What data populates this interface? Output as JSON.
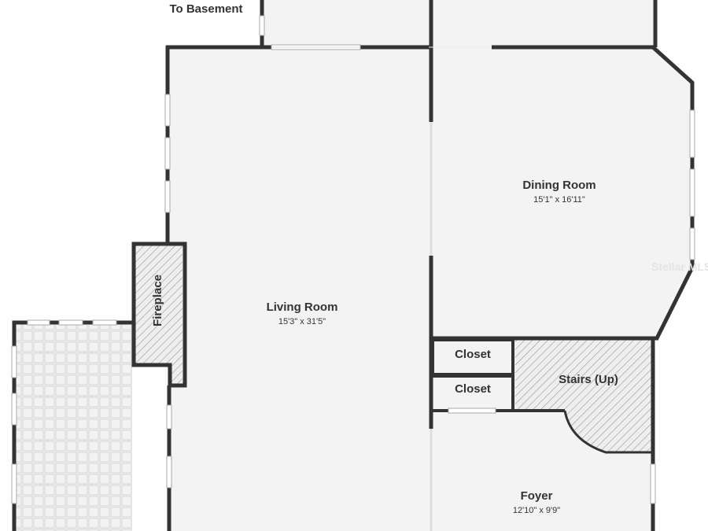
{
  "labels": {
    "basement": "To Basement",
    "living_room": {
      "name": "Living Room",
      "dims": "15'3\" x 31'5\""
    },
    "dining_room": {
      "name": "Dining Room",
      "dims": "15'1\" x 16'11\""
    },
    "foyer": {
      "name": "Foyer",
      "dims": "12'10\" x 9'9\""
    },
    "closet_1": "Closet",
    "closet_2": "Closet",
    "stairs": "Stairs (Up)",
    "fireplace": "Fireplace"
  },
  "watermark": "Stellar MLS",
  "colors": {
    "wall": "#333333",
    "floor": "#f3f3f3",
    "window": "#ffffff"
  }
}
